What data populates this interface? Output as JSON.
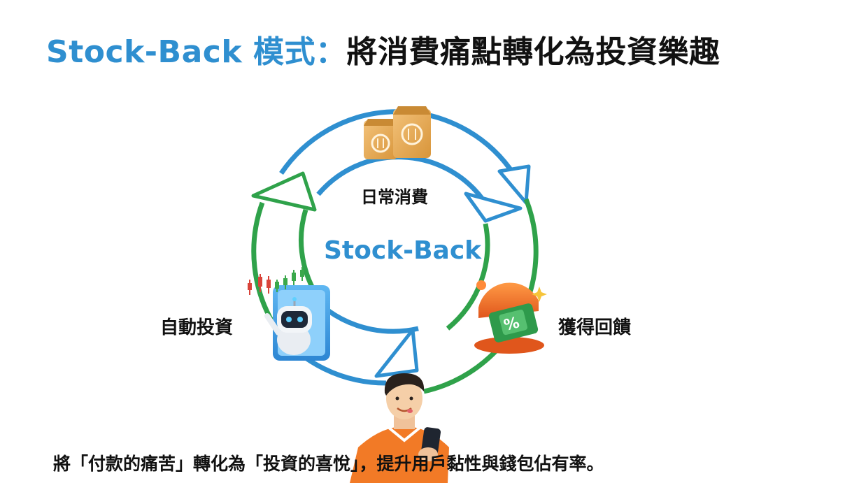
{
  "title": {
    "accent": "Stock-Back 模式：",
    "rest": "將消費痛點轉化為投資樂趣"
  },
  "cycle": {
    "center": "Stock-Back",
    "steps": [
      {
        "label": "日常消費",
        "icon": "food-bags-icon"
      },
      {
        "label": "獲得回饋",
        "icon": "cashback-coupon-icon"
      },
      {
        "label": "自動投資",
        "icon": "robot-trading-icon"
      }
    ],
    "user_icon": "user-with-phone-icon"
  },
  "footer": "將「付款的痛苦」轉化為「投資的喜悅」，提升用戶黏性與錢包佔有率。",
  "colors": {
    "blue": "#2f8fd0",
    "green": "#2fa24a",
    "text": "#111111"
  }
}
